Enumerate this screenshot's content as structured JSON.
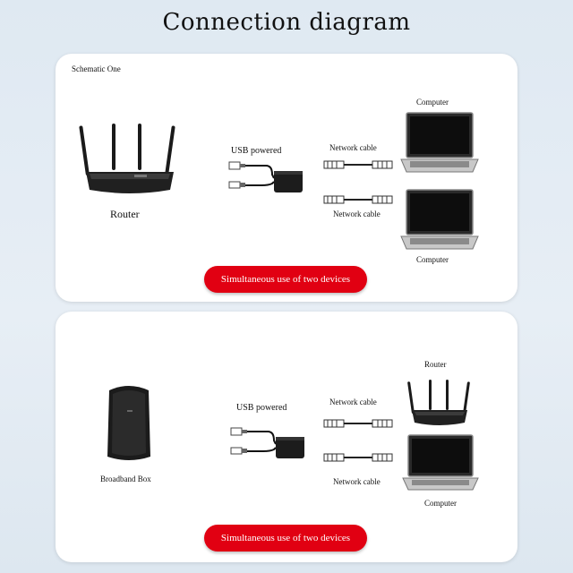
{
  "title": "Connection diagram",
  "schematic1": {
    "heading": "Schematic One",
    "router_label": "Router",
    "usb_label": "USB powered",
    "cable_label_top": "Network cable",
    "cable_label_bottom": "Network cable",
    "computer_top_label": "Computer",
    "computer_bottom_label": "Computer",
    "button_label": "Simultaneous use of two devices"
  },
  "schematic2": {
    "broadband_label": "Broadband Box",
    "usb_label": "USB powered",
    "cable_label_top": "Network cable",
    "cable_label_bottom": "Network cable",
    "router_label": "Router",
    "computer_label": "Computer",
    "button_label": "Simultaneous use of two devices"
  },
  "icons": {
    "router": "router-icon",
    "laptop": "laptop-icon",
    "adapter": "usb-adapter-icon",
    "cable": "network-cable-icon",
    "broadband": "broadband-box-icon"
  },
  "colors": {
    "accent": "#e10012",
    "background": "#e2ebf3",
    "panel": "#ffffff"
  }
}
